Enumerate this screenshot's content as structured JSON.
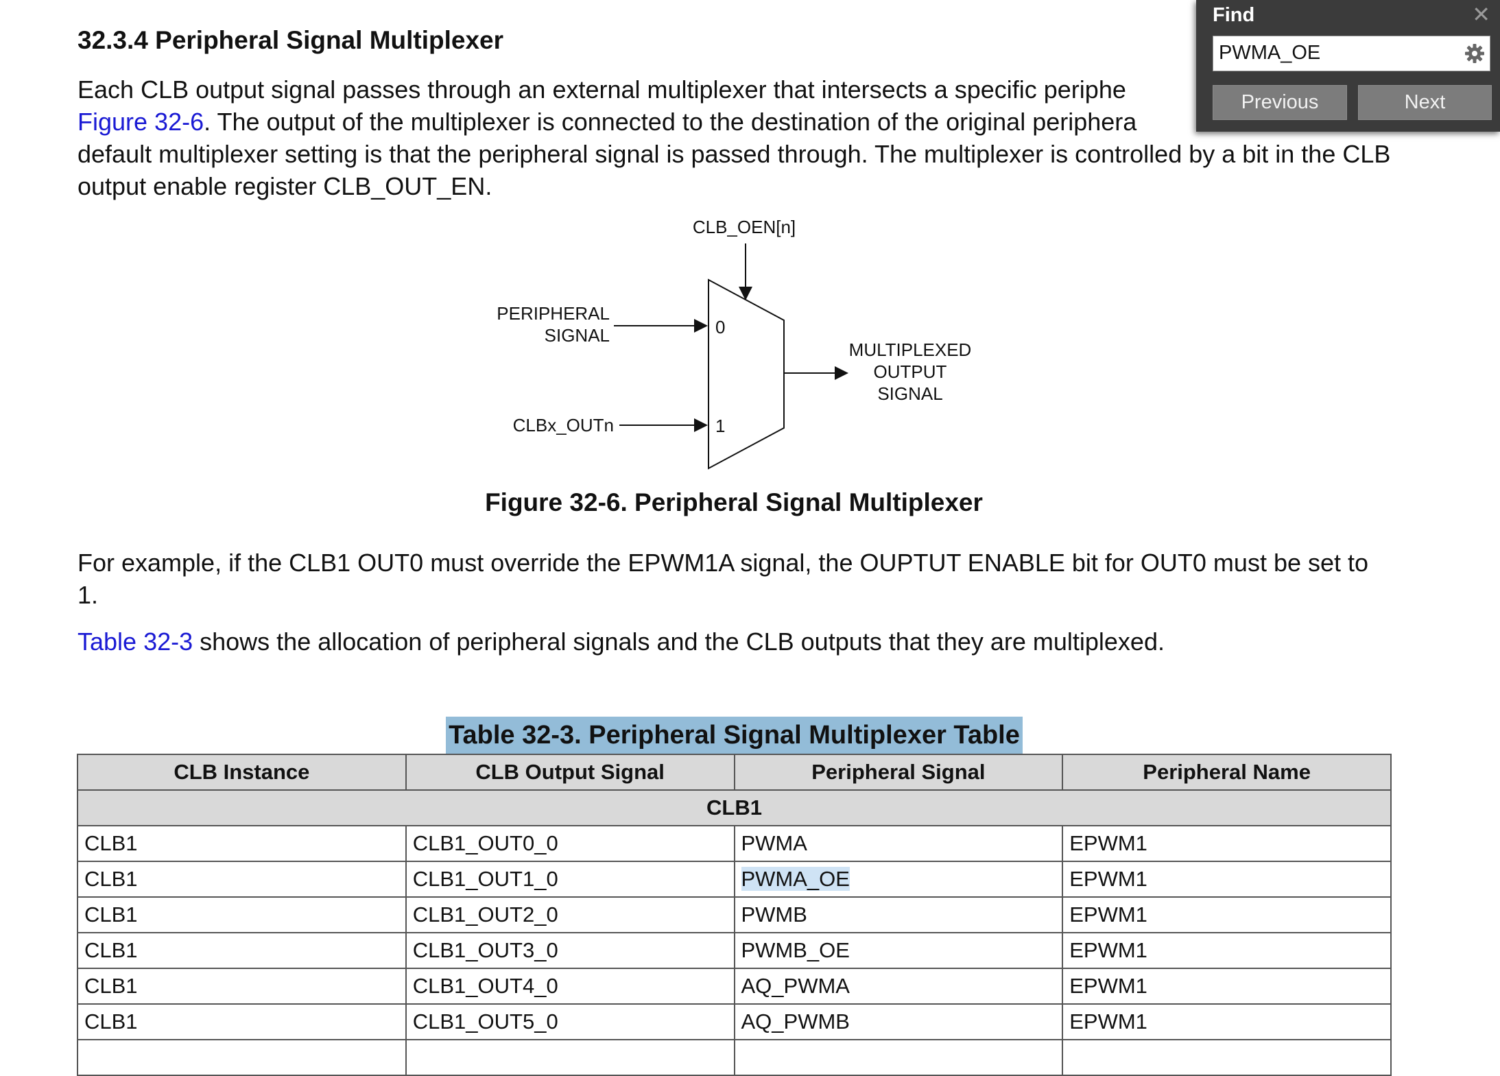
{
  "section": {
    "heading": "32.3.4 Peripheral Signal Multiplexer"
  },
  "intro": {
    "text_a": "Each CLB output signal passes through an external multiplexer that intersects a specific periphe",
    "figure_link": "Figure 32-6",
    "text_b": ". The output of the multiplexer is connected to the destination of the original periphera",
    "text_c": "default multiplexer setting is that the peripheral signal is passed through. The multiplexer is controlled by a bit in the CLB output enable register CLB_OUT_EN."
  },
  "figure": {
    "control_label": "CLB_OEN[n]",
    "input0_line1": "PERIPHERAL",
    "input0_line2": "SIGNAL",
    "input1_label": "CLBx_OUTn",
    "input0_index": "0",
    "input1_index": "1",
    "output_line1": "MULTIPLEXED",
    "output_line2": "OUTPUT",
    "output_line3": "SIGNAL",
    "caption": "Figure 32-6. Peripheral Signal Multiplexer"
  },
  "example_paragraph": "For example, if the CLB1 OUT0 must override the EPWM1A signal, the OUPTUT ENABLE bit for OUT0 must be set to 1.",
  "table_ref": {
    "link": "Table 32-3",
    "text": " shows the allocation of peripheral signals and the CLB outputs that they are multiplexed."
  },
  "table": {
    "caption": "Table 32-3. Peripheral Signal Multiplexer Table",
    "headers": [
      "CLB Instance",
      "CLB Output Signal",
      "Peripheral Signal",
      "Peripheral Name"
    ],
    "group": "CLB1",
    "rows": [
      [
        "CLB1",
        "CLB1_OUT0_0",
        "PWMA",
        "EPWM1"
      ],
      [
        "CLB1",
        "CLB1_OUT1_0",
        "PWMA_OE",
        "EPWM1"
      ],
      [
        "CLB1",
        "CLB1_OUT2_0",
        "PWMB",
        "EPWM1"
      ],
      [
        "CLB1",
        "CLB1_OUT3_0",
        "PWMB_OE",
        "EPWM1"
      ],
      [
        "CLB1",
        "CLB1_OUT4_0",
        "AQ_PWMA",
        "EPWM1"
      ],
      [
        "CLB1",
        "CLB1_OUT5_0",
        "AQ_PWMB",
        "EPWM1"
      ]
    ]
  },
  "find": {
    "title": "Find",
    "query": "PWMA_OE",
    "previous_label": "Previous",
    "next_label": "Next",
    "close_icon": "close-icon",
    "settings_icon": "gear-icon"
  },
  "colors": {
    "link": "#1a1ad4",
    "highlight": "#cfe3f5",
    "caption_highlight": "#93bcd8",
    "header_bg": "#d9d9d9",
    "find_bg": "#3b3b3b"
  }
}
